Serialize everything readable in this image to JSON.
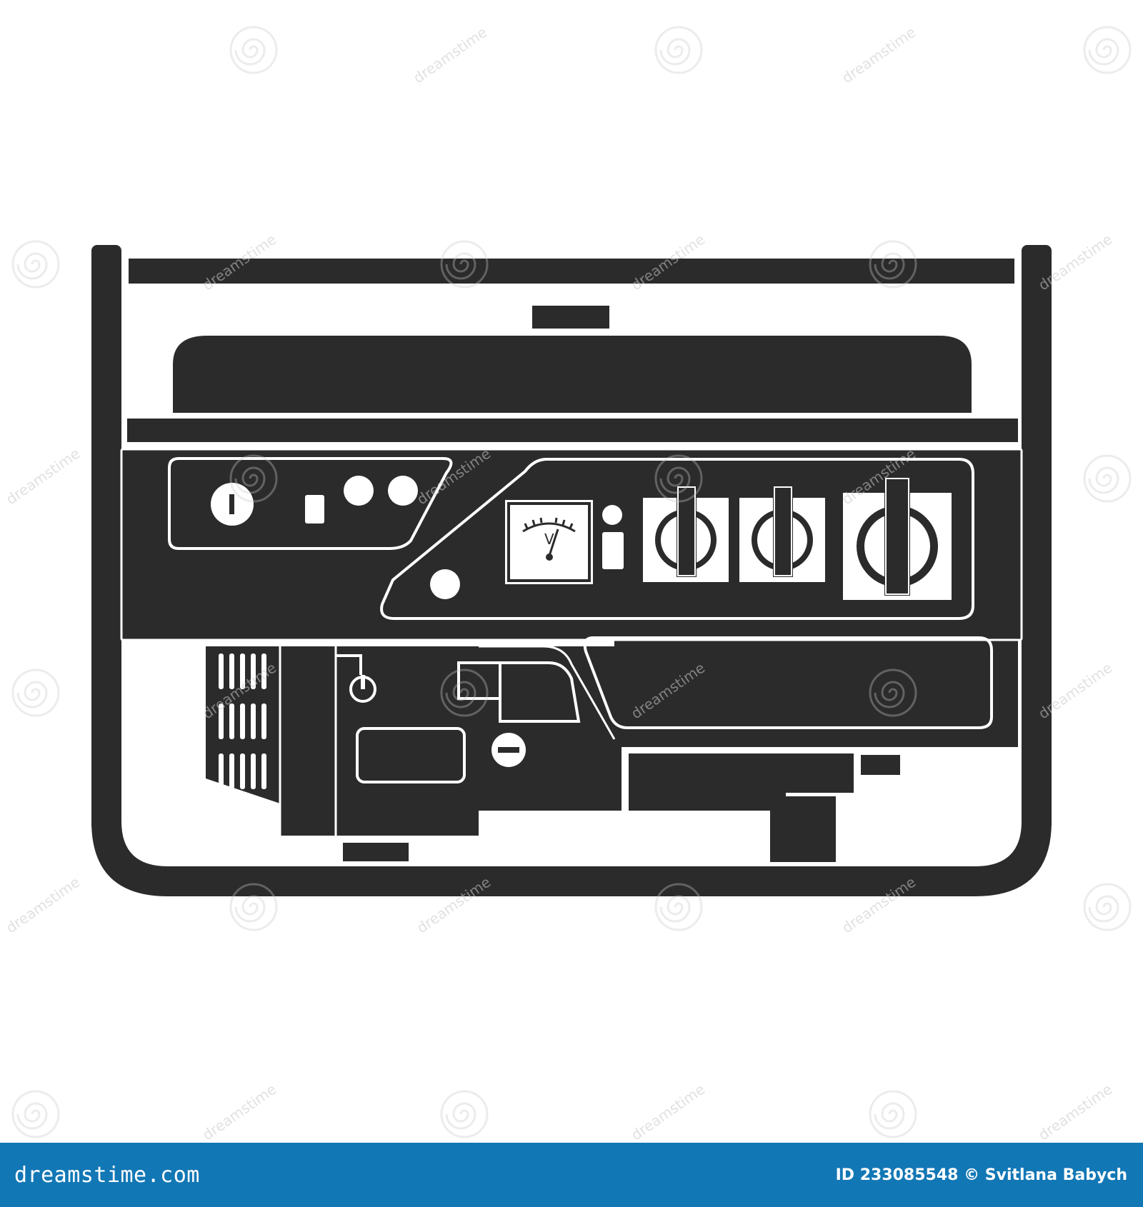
{
  "illustration": {
    "subject": "portable-generator",
    "fill_color": "#2b2b2b",
    "line_color": "#ffffff",
    "meter_label": "V"
  },
  "watermark": {
    "text": "dreamstime",
    "spiral_icon": "spiral-icon",
    "color": "#c9c9c9"
  },
  "footer": {
    "background": "#1277b5",
    "logo_text": "dreamstime.com",
    "credit_text": "ID 233085548 © Svitlana Babych"
  }
}
